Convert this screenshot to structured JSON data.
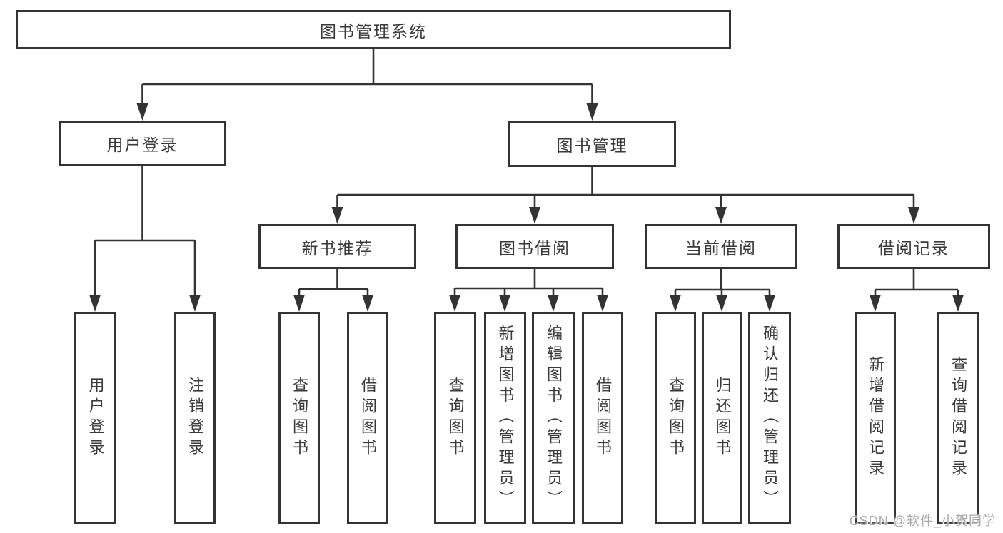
{
  "colors": {
    "line": "#333333",
    "box_border": "#333333",
    "box_fill": "#ffffff",
    "text": "#3a3a3a",
    "watermark": "#a9a9a9",
    "background": "#ffffff"
  },
  "watermark": {
    "text": "CSDN @软件_小贺同学"
  },
  "diagram": {
    "root": {
      "label": "图书管理系统"
    },
    "level2": [
      {
        "label": "用户登录"
      },
      {
        "label": "图书管理"
      }
    ],
    "level3": [
      {
        "label": "新书推荐"
      },
      {
        "label": "图书借阅"
      },
      {
        "label": "当前借阅"
      },
      {
        "label": "借阅记录"
      }
    ],
    "leaves": {
      "user_login": [
        "用户登录",
        "注销登录"
      ],
      "new_book_rec": [
        "查询图书",
        "借阅图书"
      ],
      "book_borrow": [
        "查询图书",
        "新增图书（管理员）",
        "编辑图书（管理员）",
        "借阅图书"
      ],
      "current_borrow": [
        "查询图书",
        "归还图书",
        "确认归还（管理员）"
      ],
      "borrow_record": [
        "新增借阅记录",
        "查询借阅记录"
      ]
    }
  }
}
